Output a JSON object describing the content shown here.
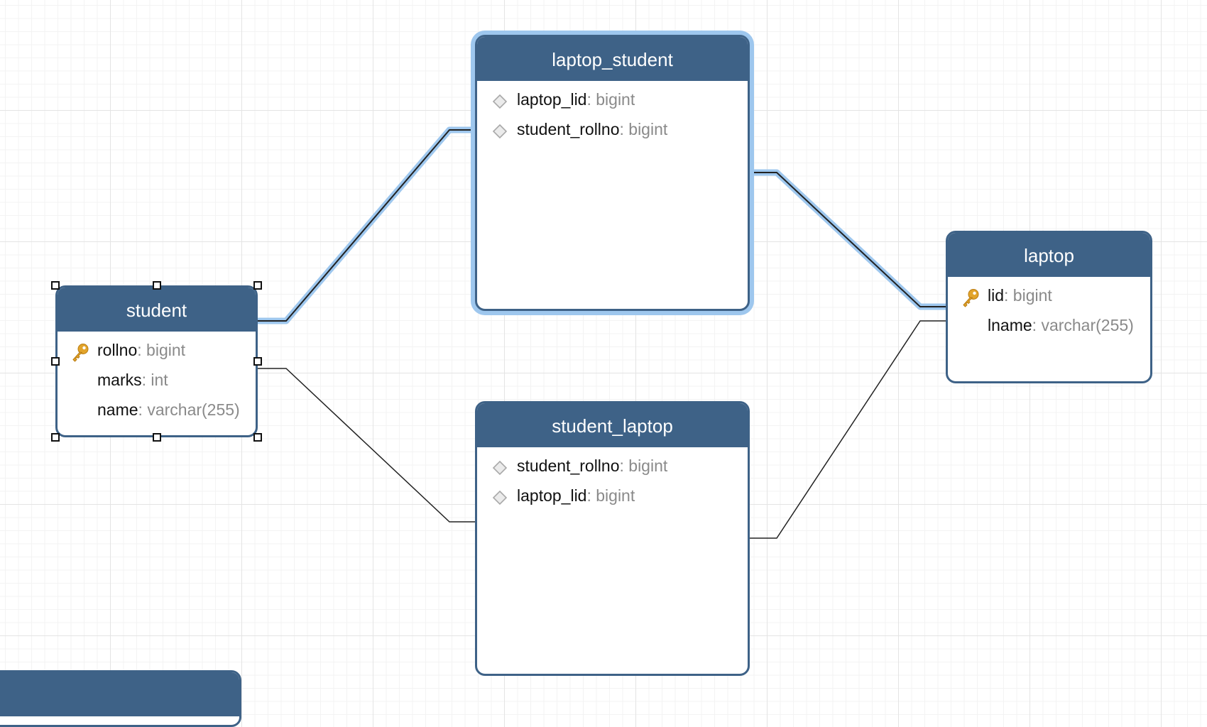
{
  "diagram": {
    "tables": [
      {
        "id": "laptop_student",
        "name": "laptop_student",
        "selected": true,
        "columns": [
          {
            "name": "laptop_lid",
            "sep": ": ",
            "type": "bigint",
            "icon": "diamond-icon"
          },
          {
            "name": "student_rollno",
            "sep": ": ",
            "type": "bigint",
            "icon": "diamond-icon"
          }
        ]
      },
      {
        "id": "student",
        "name": "student",
        "selected": false,
        "columns": [
          {
            "name": "rollno",
            "sep": ": ",
            "type": "bigint",
            "icon": "key-icon"
          },
          {
            "name": "marks",
            "sep": ": ",
            "type": "int",
            "icon": "none"
          },
          {
            "name": "name",
            "sep": ": ",
            "type": "varchar(255)",
            "icon": "none"
          }
        ]
      },
      {
        "id": "laptop",
        "name": "laptop",
        "selected": false,
        "columns": [
          {
            "name": "lid",
            "sep": ": ",
            "type": "bigint",
            "icon": "key-icon"
          },
          {
            "name": "lname",
            "sep": ": ",
            "type": "varchar(255)",
            "icon": "none"
          }
        ]
      },
      {
        "id": "student_laptop",
        "name": "student_laptop",
        "selected": false,
        "columns": [
          {
            "name": "student_rollno",
            "sep": ": ",
            "type": "bigint",
            "icon": "diamond-icon"
          },
          {
            "name": "laptop_lid",
            "sep": ": ",
            "type": "bigint",
            "icon": "diamond-icon"
          }
        ]
      },
      {
        "id": "partial",
        "name": "",
        "selected": false,
        "columns": []
      }
    ],
    "relations": [
      {
        "from": "student",
        "to": "laptop_student",
        "highlighted": true
      },
      {
        "from": "laptop_student",
        "to": "laptop",
        "highlighted": true
      },
      {
        "from": "student",
        "to": "student_laptop",
        "highlighted": false
      },
      {
        "from": "student_laptop",
        "to": "laptop",
        "highlighted": false
      }
    ],
    "colors": {
      "header": "#3e6287",
      "selection_glow": "#9ec7ee",
      "edge": "#222222",
      "key_icon": "#e2a42b",
      "type_text": "#8a8a8a"
    }
  }
}
